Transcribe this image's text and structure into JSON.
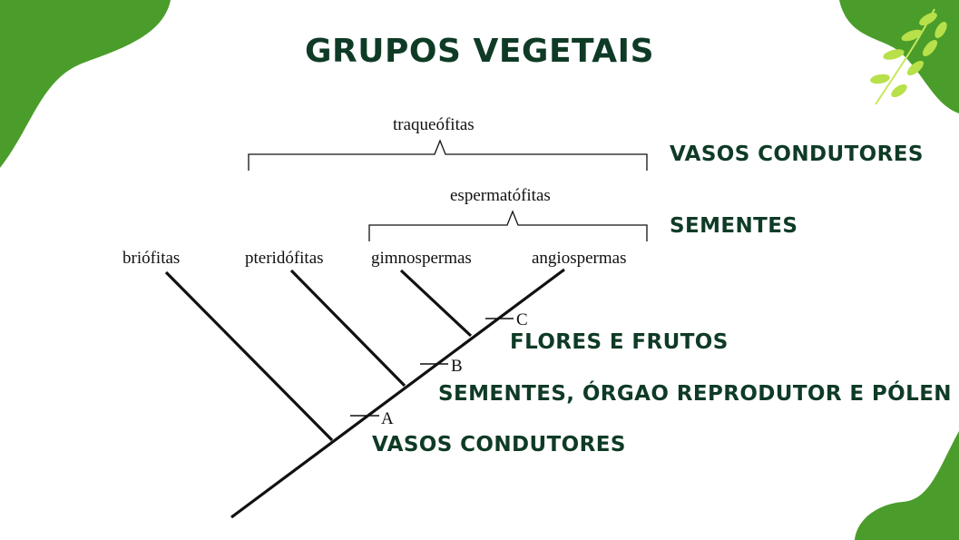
{
  "title": "GRUPOS VEGETAIS",
  "brackets": {
    "traqueofitas": "traqueófitas",
    "espermatofitas": "espermatófitas"
  },
  "taxa": [
    "briófitas",
    "pteridófitas",
    "gimnospermas",
    "angiospermas"
  ],
  "markers": [
    "A",
    "B",
    "C"
  ],
  "annotations": {
    "vasos_bracket": "VASOS CONDUTORES",
    "sementes_bracket": "SEMENTES",
    "flores_frutos": "FLORES E FRUTOS",
    "sementes_orgao": "SEMENTES, ÓRGAO REPRODUTOR E PÓLEN",
    "vasos_node": "VASOS CONDUTORES"
  },
  "colors": {
    "title": "#0f3b26",
    "blob": "#4a9d2a",
    "leaf": "#b8e04a"
  }
}
